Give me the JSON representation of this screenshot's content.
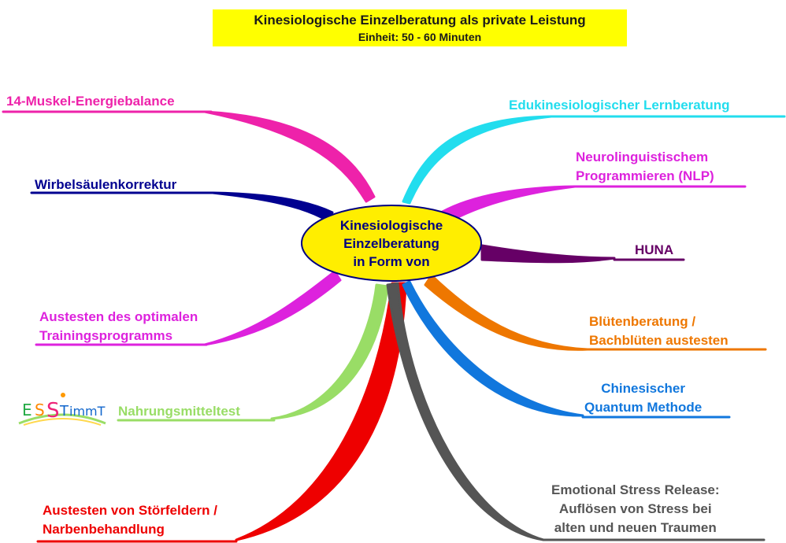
{
  "title": {
    "line1": "Kinesiologische Einzelberatung als private Leistung",
    "line2": "Einheit: 50 - 60 Minuten"
  },
  "center": {
    "lines": [
      "Kinesiologische",
      "Einzelberatung",
      "in Form von"
    ],
    "fill": "#ffee00",
    "stroke": "#000080"
  },
  "logo": {
    "text": "ESSTimmT"
  },
  "branches": [
    {
      "id": "muskel",
      "lines": [
        "14-Muskel-Energiebalance"
      ],
      "color": "#ee22aa"
    },
    {
      "id": "wirbel",
      "lines": [
        "Wirbelsäulenkorrektur"
      ],
      "color": "#000090"
    },
    {
      "id": "training",
      "lines": [
        "Austesten des optimalen",
        "Trainingsprogramms"
      ],
      "color": "#dd22dd"
    },
    {
      "id": "nahrung",
      "lines": [
        "Nahrungsmitteltest"
      ],
      "color": "#99dd66"
    },
    {
      "id": "stoer",
      "lines": [
        "Austesten von Störfeldern /",
        "Narbenbehandlung"
      ],
      "color": "#ee0000"
    },
    {
      "id": "edu",
      "lines": [
        "Edukinesiologischer Lernberatung"
      ],
      "color": "#22ddee"
    },
    {
      "id": "nlp",
      "lines": [
        "Neurolinguistischem",
        "Programmieren (NLP)"
      ],
      "color": "#dd22dd"
    },
    {
      "id": "huna",
      "lines": [
        "HUNA"
      ],
      "color": "#660066"
    },
    {
      "id": "bluete",
      "lines": [
        "Blütenberatung /",
        "Bachblüten austesten"
      ],
      "color": "#ee7700"
    },
    {
      "id": "chin",
      "lines": [
        "Chinesischer",
        "Quantum Methode"
      ],
      "color": "#1177dd"
    },
    {
      "id": "esr",
      "lines": [
        "Emotional Stress Release:",
        "Auflösen von Stress bei",
        "alten und neuen Traumen"
      ],
      "color": "#555555"
    }
  ]
}
